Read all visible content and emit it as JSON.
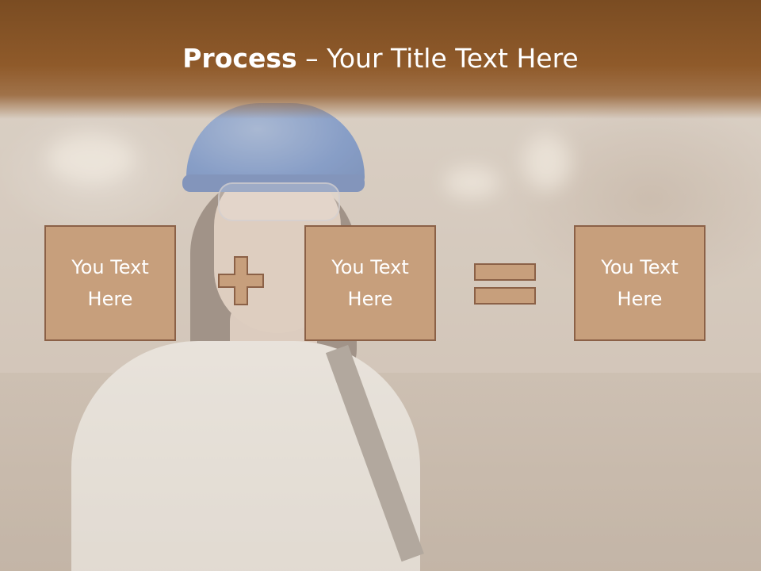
{
  "title": {
    "bold_text": "Process",
    "separator": " – ",
    "rest_text": "Your Title Text Here"
  },
  "process": {
    "boxes": [
      {
        "label": "You Text Here"
      },
      {
        "label": "You Text Here"
      },
      {
        "label": "You Text Here"
      }
    ],
    "operators": [
      "plus-icon",
      "equals-icon"
    ]
  },
  "colors": {
    "title_band": "#8f5a2a",
    "box_fill": "#c79f7c",
    "box_border": "#8b6147"
  }
}
